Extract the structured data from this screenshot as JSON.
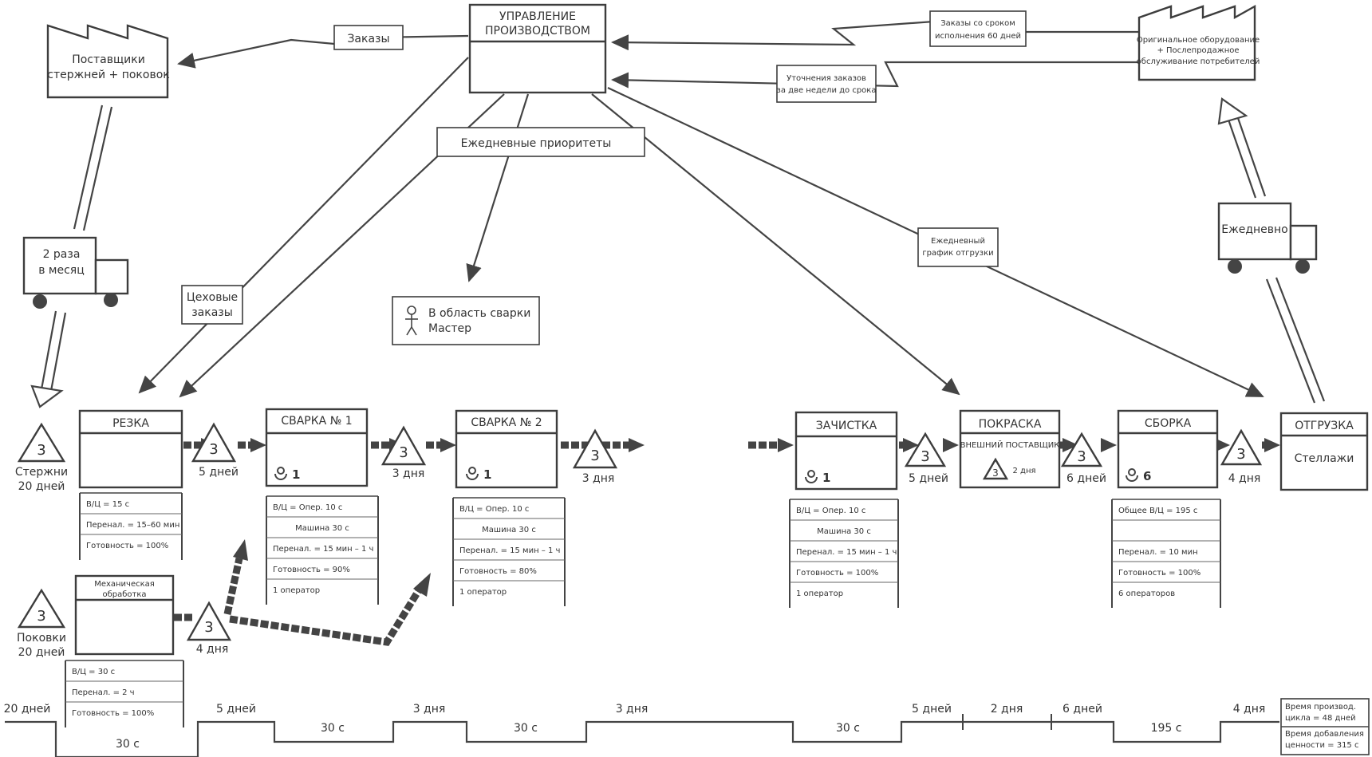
{
  "production_control": {
    "line1": "УПРАВЛЕНИЕ",
    "line2": "ПРОИЗВОДСТВОМ"
  },
  "supplier": {
    "line1": "Поставщики",
    "line2": "стержней + поковок"
  },
  "customer": {
    "line1": "Оригинальное оборудование",
    "line2": "+ Послепродажное",
    "line3": "обслуживание потребителей"
  },
  "flows": {
    "orders": "Заказы",
    "orders_60": {
      "line1": "Заказы со сроком",
      "line2": "исполнения  60 дней"
    },
    "refine": {
      "line1": "Уточнения заказов",
      "line2": "за две недели до срока"
    },
    "daily_priorities": "Ежедневные приоритеты",
    "shop_orders": {
      "line1": "Цеховые",
      "line2": "заказы"
    },
    "daily_shipping": {
      "line1": "Ежедневный",
      "line2": "график отгрузки"
    },
    "weld_master": {
      "line1": "В область сварки",
      "line2": "Мастер"
    }
  },
  "trucks": {
    "supplier": {
      "line1": "2 раза",
      "line2": "в месяц"
    },
    "customer": "Ежедневно"
  },
  "processes": {
    "cutting": "РЕЗКА",
    "weld1": "СВАРКА № 1",
    "weld2": "СВАРКА № 2",
    "cleaning": "ЗАЧИСТКА",
    "painting": "ПОКРАСКА",
    "painting_sub": "ВНЕШНИЙ ПОСТАВЩИК",
    "assembly": "СБОРКА",
    "shipping": "ОТГРУЗКА",
    "shipping_sub": "Стеллажи",
    "machining": {
      "line1": "Механическая",
      "line2": "обработка"
    }
  },
  "operators": {
    "weld1": "1",
    "weld2": "1",
    "cleaning": "1",
    "assembly": "6"
  },
  "inventory": {
    "symbol": "3",
    "rods": {
      "line1": "Стержни",
      "line2": "20 дней"
    },
    "forgings": {
      "line1": "Поковки",
      "line2": "20 дней"
    },
    "cut_weld1": "5 дней",
    "weld1_weld2": "3 дня",
    "after_weld2": "3 дня",
    "clean_paint": "5 дней",
    "paint_outsource": "2 дня",
    "paint_assembly": "6 дней",
    "assembly_ship": "4 дня",
    "machining_out": "4 дня"
  },
  "data_boxes": {
    "cutting": [
      "В/Ц = 15 с",
      "Перенал. = 15–60 мин",
      "Готовность = 100%"
    ],
    "weld1": [
      "В/Ц = Опер. 10 с",
      "Машина 30 с",
      "Перенал. = 15 мин – 1 ч",
      "Готовность  = 90%",
      "1 оператор"
    ],
    "weld2": [
      "В/Ц = Опер. 10 с",
      "Машина 30 с",
      "Перенал. = 15 мин – 1 ч",
      "Готовность = 80%",
      "1 оператор"
    ],
    "cleaning": [
      "В/Ц = Опер. 10 с",
      "Машина 30 с",
      "Перенал. = 15 мин – 1 ч",
      "Готовность = 100%",
      "1 оператор"
    ],
    "assembly": [
      "Общее В/Ц = 195 с",
      "",
      "Перенал. = 10 мин",
      "Готовность = 100%",
      "6 операторов"
    ],
    "machining": [
      "В/Ц = 30 с",
      "Перенал. = 2 ч",
      "Готовность = 100%"
    ]
  },
  "timeline": {
    "upper": [
      "20 дней",
      "5 дней",
      "3 дня",
      "3 дня",
      "5 дней",
      "2 дня",
      "6 дней",
      "4 дня"
    ],
    "lower": [
      "30 с",
      "30 с",
      "30 с",
      "30 с",
      "195 с"
    ],
    "summary": {
      "line1": "Время производ.",
      "line2": "цикла = 48 дней",
      "line3": "Время добавления",
      "line4": "ценности = 315 с"
    }
  }
}
